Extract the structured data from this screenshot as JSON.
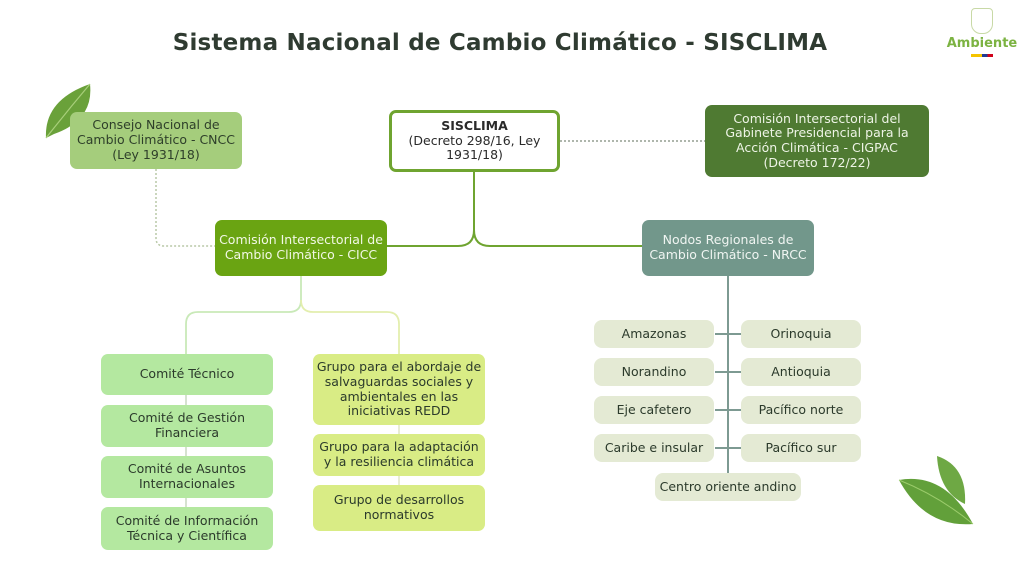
{
  "title": "Sistema Nacional de Cambio Climático - SISCLIMA",
  "logo": {
    "text": "Ambiente"
  },
  "nodes": {
    "sisclima": {
      "name": "SISCLIMA",
      "detail": "(Decreto 298/16, Ley\n1931/18)"
    },
    "cncc": "Consejo Nacional de\nCambio Climático - CNCC\n(Ley 1931/18)",
    "cigpac": "Comisión Intersectorial del\nGabinete Presidencial para la\nAcción Climática - CIGPAC\n(Decreto 172/22)",
    "cicc": "Comisión Intersectorial de\nCambio Climático - CICC",
    "nrcc": "Nodos Regionales de\nCambio Climático - NRCC"
  },
  "comites": [
    "Comité Técnico",
    "Comité de Gestión\nFinanciera",
    "Comité de Asuntos\nInternacionales",
    "Comité de Información\nTécnica y Científica"
  ],
  "grupos": [
    "Grupo para el abordaje de\nsalvaguardas sociales y\nambientales en las\niniciativas REDD",
    "Grupo para la adaptación\ny la resiliencia climática",
    "Grupo de desarrollos\nnormativos"
  ],
  "regiones": {
    "left": [
      "Amazonas",
      "Norandino",
      "Eje cafetero",
      "Caribe e insular"
    ],
    "right": [
      "Orinoquia",
      "Antioquia",
      "Pacífico norte",
      "Pacífico sur"
    ],
    "bottom": "Centro oriente andino"
  }
}
